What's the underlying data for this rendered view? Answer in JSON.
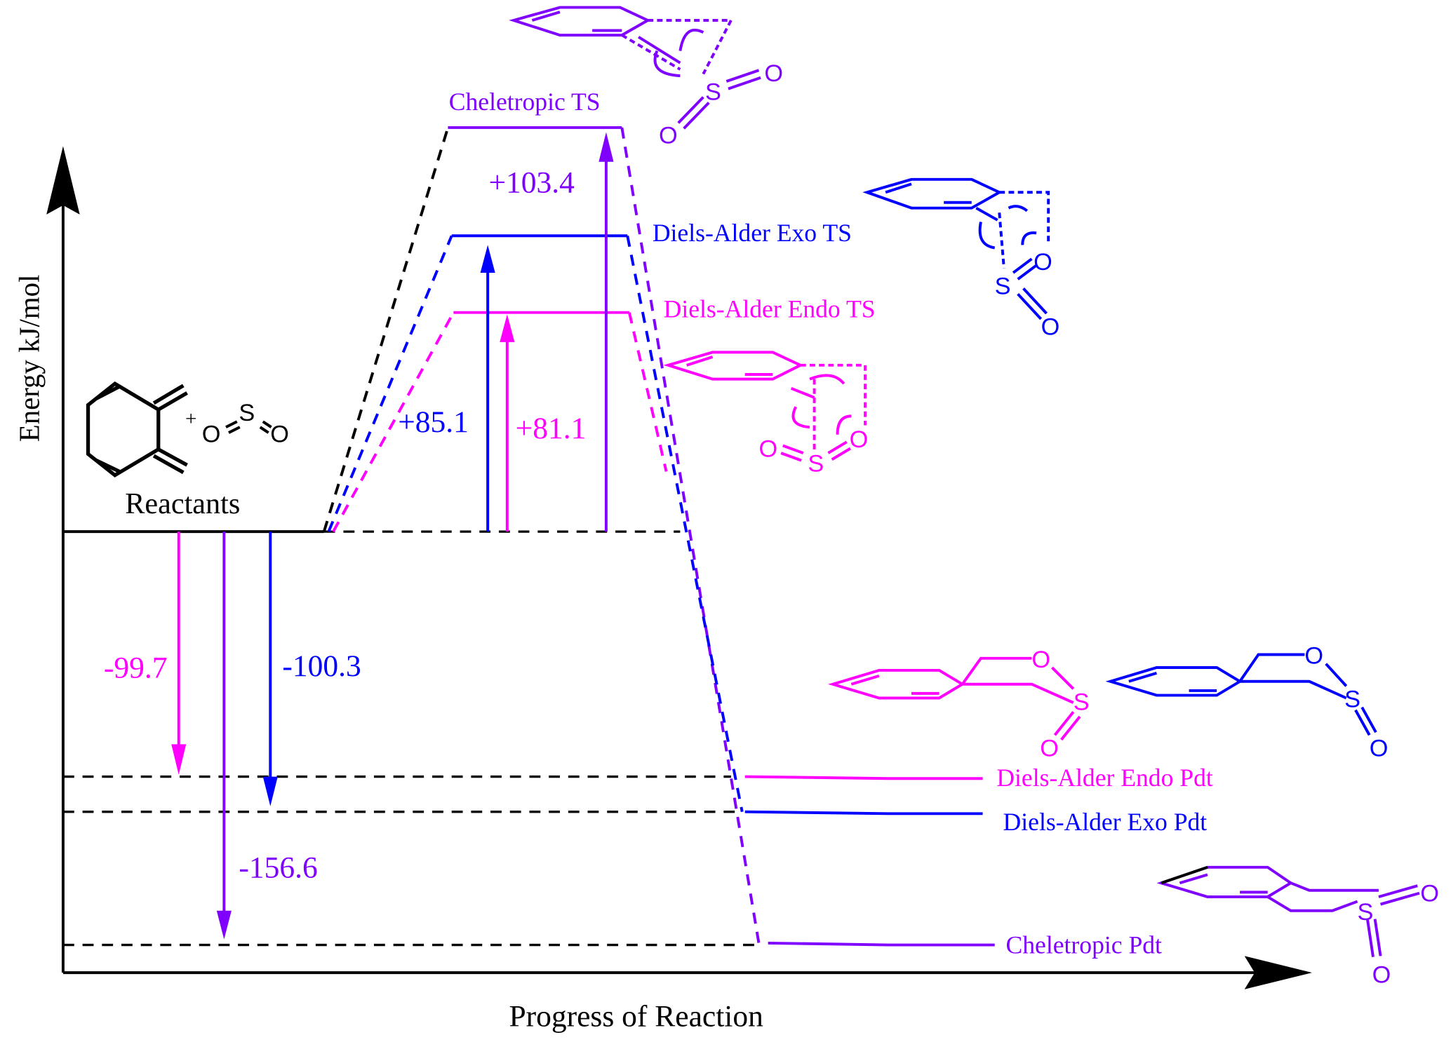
{
  "axes": {
    "y_label": "Energy kJ/mol",
    "x_label": "Progress of Reaction"
  },
  "colors": {
    "cheletropic": "#8000ff",
    "exo": "#0000ff",
    "endo": "#ff00ff",
    "reactant": "#000000"
  },
  "reactants": {
    "label": "Reactants",
    "plus": "+",
    "atoms": {
      "o1": "O",
      "s": "S",
      "o2": "O"
    }
  },
  "levels": {
    "cheletropic_ts": "Cheletropic TS",
    "exo_ts": "Diels-Alder Exo TS",
    "endo_ts": "Diels-Alder Endo TS",
    "endo_pdt": "Diels-Alder Endo Pdt",
    "exo_pdt": "Diels-Alder Exo Pdt",
    "cheletropic_pdt": "Cheletropic Pdt"
  },
  "energies": {
    "cheletropic_ts": "+103.4",
    "exo_ts": "+85.1",
    "endo_ts": "+81.1",
    "endo_pdt": "-99.7",
    "exo_pdt": "-100.3",
    "cheletropic_pdt": "-156.6"
  },
  "chart_data": {
    "type": "energy-profile",
    "units": "kJ/mol",
    "reference": {
      "name": "Reactants",
      "value": 0
    },
    "series": [
      {
        "name": "Cheletropic",
        "ts": 103.4,
        "product": -156.6
      },
      {
        "name": "Diels-Alder Exo",
        "ts": 85.1,
        "product": -100.3
      },
      {
        "name": "Diels-Alder Endo",
        "ts": 81.1,
        "product": -99.7
      }
    ]
  },
  "molecules": {
    "s": "S",
    "o": "O"
  }
}
